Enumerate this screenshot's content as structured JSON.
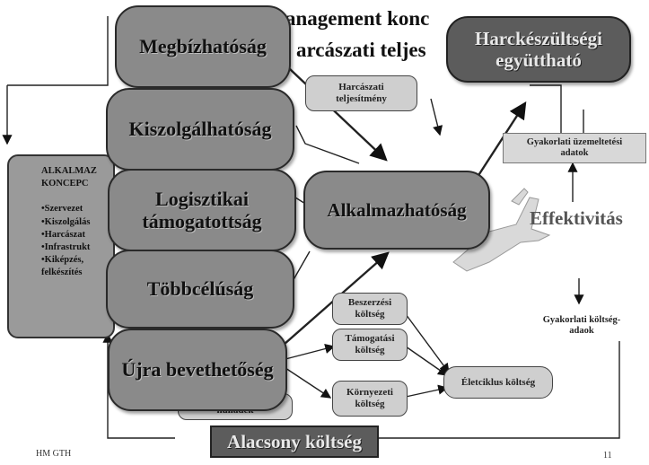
{
  "header_text": {
    "left": "anagement konc",
    "right": "arcászati teljes"
  },
  "megbizhatosag": "Megbízhatóság",
  "kiszolgalhatosag": "Kiszolgálhatóság",
  "logisztikai": {
    "line1": "Logisztikai",
    "line2": "támogatottság"
  },
  "tobbcelusag": "Többcélúság",
  "ujra": "Újra bevethetőség",
  "harcaszati_teljesitmeny": {
    "line1": "Harcászati",
    "line2": "teljesítmény"
  },
  "harckeszultsegi": {
    "line1": "Harckészültségi",
    "line2": "együttható"
  },
  "alkalmazhatosag": "Alkalmazhatóság",
  "gyakorlati_uzemeltetesi": {
    "line1": "Gyakorlati üzemeltetési",
    "line2": "adatok"
  },
  "effektivitas": "Effektivitás",
  "gyakorlati_koltseg": {
    "line1": "Gyakorlati költség-",
    "line2": "adaok"
  },
  "alkalmazasi_koncepcio": {
    "title1": "ALKALMAZ",
    "title2": "KONCEPC",
    "items": [
      "•Szervezet",
      "•Kiszolgálás",
      "•Harcászat",
      "•Infrastrukt",
      "•Kiképzés,",
      "felkészítés"
    ]
  },
  "beszerzesi": {
    "line1": "Beszerzési",
    "line2": "költség"
  },
  "tamogatasi": {
    "line1": "Támogatási",
    "line2": "költség"
  },
  "kornyezeti": {
    "line1": "Környezeti",
    "line2": "költség"
  },
  "hulladek": "hulladék",
  "eletciklus": "Életciklus költség",
  "alacsony": "Alacsony költség",
  "footer_left": "HM GTH",
  "page_number": "11",
  "colors": {
    "big_box": "#8a8a8a",
    "small_box": "#cfcfcf",
    "dark_box": "#5a5a5a",
    "plane": "#d9d9d9"
  }
}
